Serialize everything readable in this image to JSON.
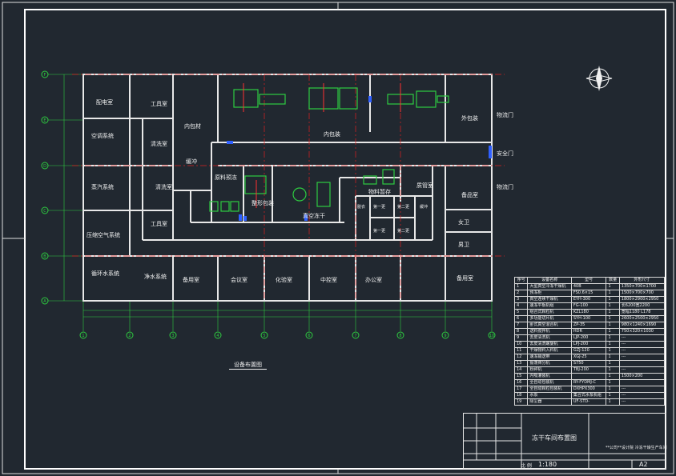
{
  "drawing": {
    "caption": "设备布置图",
    "sheet_title": "冻干车间布置图",
    "company": "**公司**设计院 冷冻干燥生产车间",
    "scale_label": "比 例",
    "scale": "1:180",
    "sheet_size": "A2"
  },
  "grid_rows": [
    "F",
    "E",
    "D",
    "C",
    "B",
    "A"
  ],
  "grid_cols": [
    "1",
    "2",
    "3",
    "4",
    "5",
    "6",
    "7",
    "8",
    "9",
    "10"
  ],
  "rooms": [
    {
      "id": "r1",
      "label": "配电室"
    },
    {
      "id": "r2",
      "label": "空调系统"
    },
    {
      "id": "r3",
      "label": "蒸汽系统"
    },
    {
      "id": "r4",
      "label": "压缩空气系统"
    },
    {
      "id": "r5",
      "label": "循环水系统"
    },
    {
      "id": "r6",
      "label": "工具室"
    },
    {
      "id": "r7",
      "label": "清洗室"
    },
    {
      "id": "r8",
      "label": "清洗室"
    },
    {
      "id": "r9",
      "label": "工具室"
    },
    {
      "id": "r10",
      "label": "内包材"
    },
    {
      "id": "r11",
      "label": "缓冲"
    },
    {
      "id": "r12",
      "label": "原料预冻"
    },
    {
      "id": "r13",
      "label": "整形包装"
    },
    {
      "id": "r14",
      "label": "真空冻干"
    },
    {
      "id": "r15",
      "label": "内包装"
    },
    {
      "id": "r16",
      "label": "外包装"
    },
    {
      "id": "r17",
      "label": "物料暂存"
    },
    {
      "id": "r18",
      "label": "质管室"
    },
    {
      "id": "r19",
      "label": "脱衣"
    },
    {
      "id": "r20",
      "label": "第一更"
    },
    {
      "id": "r21",
      "label": "第二更"
    },
    {
      "id": "r22",
      "label": "第一更"
    },
    {
      "id": "r23",
      "label": "第二更"
    },
    {
      "id": "r24",
      "label": "缓冲"
    },
    {
      "id": "r25",
      "label": "备品室"
    },
    {
      "id": "r26",
      "label": "女卫"
    },
    {
      "id": "r27",
      "label": "男卫"
    },
    {
      "id": "r28",
      "label": "净水系统"
    },
    {
      "id": "r29",
      "label": "备用室"
    },
    {
      "id": "r30",
      "label": "会议室"
    },
    {
      "id": "r31",
      "label": "化验室"
    },
    {
      "id": "r32",
      "label": "中控室"
    },
    {
      "id": "r33",
      "label": "办公室"
    },
    {
      "id": "r34",
      "label": "备用室"
    }
  ],
  "doors": {
    "main": "物流门",
    "side": "安全门",
    "staff": "物流门"
  },
  "equipment_table": {
    "headers": [
      "序号",
      "设备名称",
      "型号",
      "数量",
      "外形尺寸"
    ],
    "rows": [
      [
        "1",
        "大型真空冷冻干燥机",
        "40B",
        "1",
        "1350×700×1700"
      ],
      [
        "2",
        "预冻柜",
        "FS0.6×15",
        "1",
        "1500×700×700"
      ],
      [
        "3",
        "真空连续干燥机",
        "EYH-300",
        "1",
        "1800×2900×2950"
      ],
      [
        "4",
        "速冻平板机组",
        "FG-100",
        "1",
        "长6200宽2200"
      ],
      [
        "5",
        "组合式颗粒机",
        "KZL180",
        "1",
        "宽幅1180 L178"
      ],
      [
        "6",
        "多功能切片机",
        "SYH-100",
        "1",
        "2600×2500×2950"
      ],
      [
        "7",
        "卧式真空混合机",
        "ZP-35",
        "1",
        "980×1240×1690"
      ],
      [
        "8",
        "送料搅拌机",
        "HDR",
        "1",
        "750×320×1030"
      ],
      [
        "9",
        "去皮清洗机",
        "LJP-200",
        "1",
        "---"
      ],
      [
        "10",
        "去皮清洗螺旋机",
        "LPJ-200",
        "1",
        "---"
      ],
      [
        "11",
        "干燥物料入料机",
        "GZJ-120",
        "1",
        "---"
      ],
      [
        "12",
        "速冻输送带",
        "XGJ-25",
        "1",
        "---"
      ],
      [
        "13",
        "振荡筛分机",
        "S750",
        "1",
        ""
      ],
      [
        "14",
        "粉碎机",
        "TBJ-200",
        "1",
        "---"
      ],
      [
        "15",
        "内吸灌装机",
        "",
        "1",
        "1500×200"
      ],
      [
        "16",
        "全自动包装机",
        "RY-FYDMJ-C",
        "1",
        ""
      ],
      [
        "17",
        "全自动颗粒包装机",
        "DXHPX300",
        "1",
        "---"
      ],
      [
        "18",
        "水泵",
        "集合式水泵机组",
        "1",
        "---"
      ],
      [
        "19",
        "除尘器",
        "UF-STD-",
        "1",
        "---"
      ]
    ]
  }
}
